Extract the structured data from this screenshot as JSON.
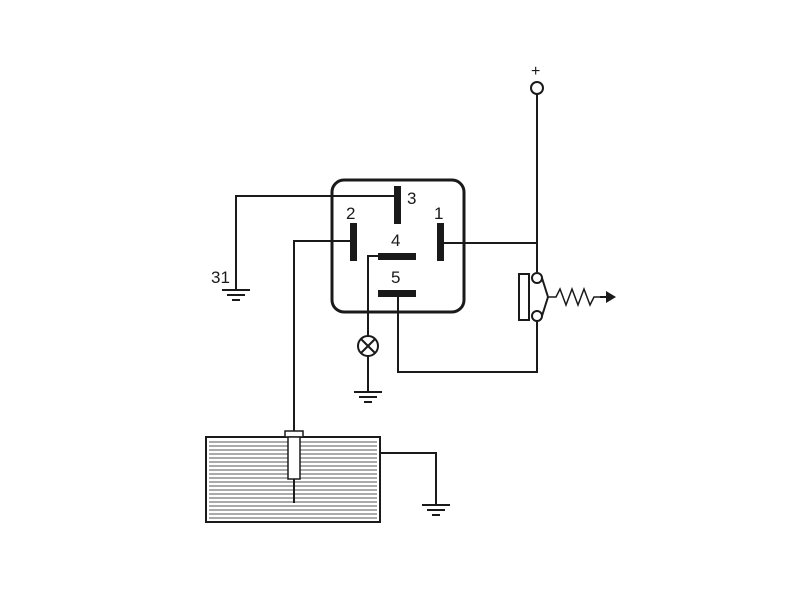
{
  "diagram": {
    "terminals": {
      "t1": "1",
      "t2": "2",
      "t3": "3",
      "t4": "4",
      "t5": "5"
    },
    "ground_label": "31",
    "supply_label": "+"
  },
  "colors": {
    "ink": "#1a1a1a",
    "background": "#ffffff"
  },
  "icons": {
    "lamp": "lamp-icon",
    "ground": "ground-icon",
    "switch": "spring-switch-icon",
    "tank": "tank-sensor-icon"
  }
}
